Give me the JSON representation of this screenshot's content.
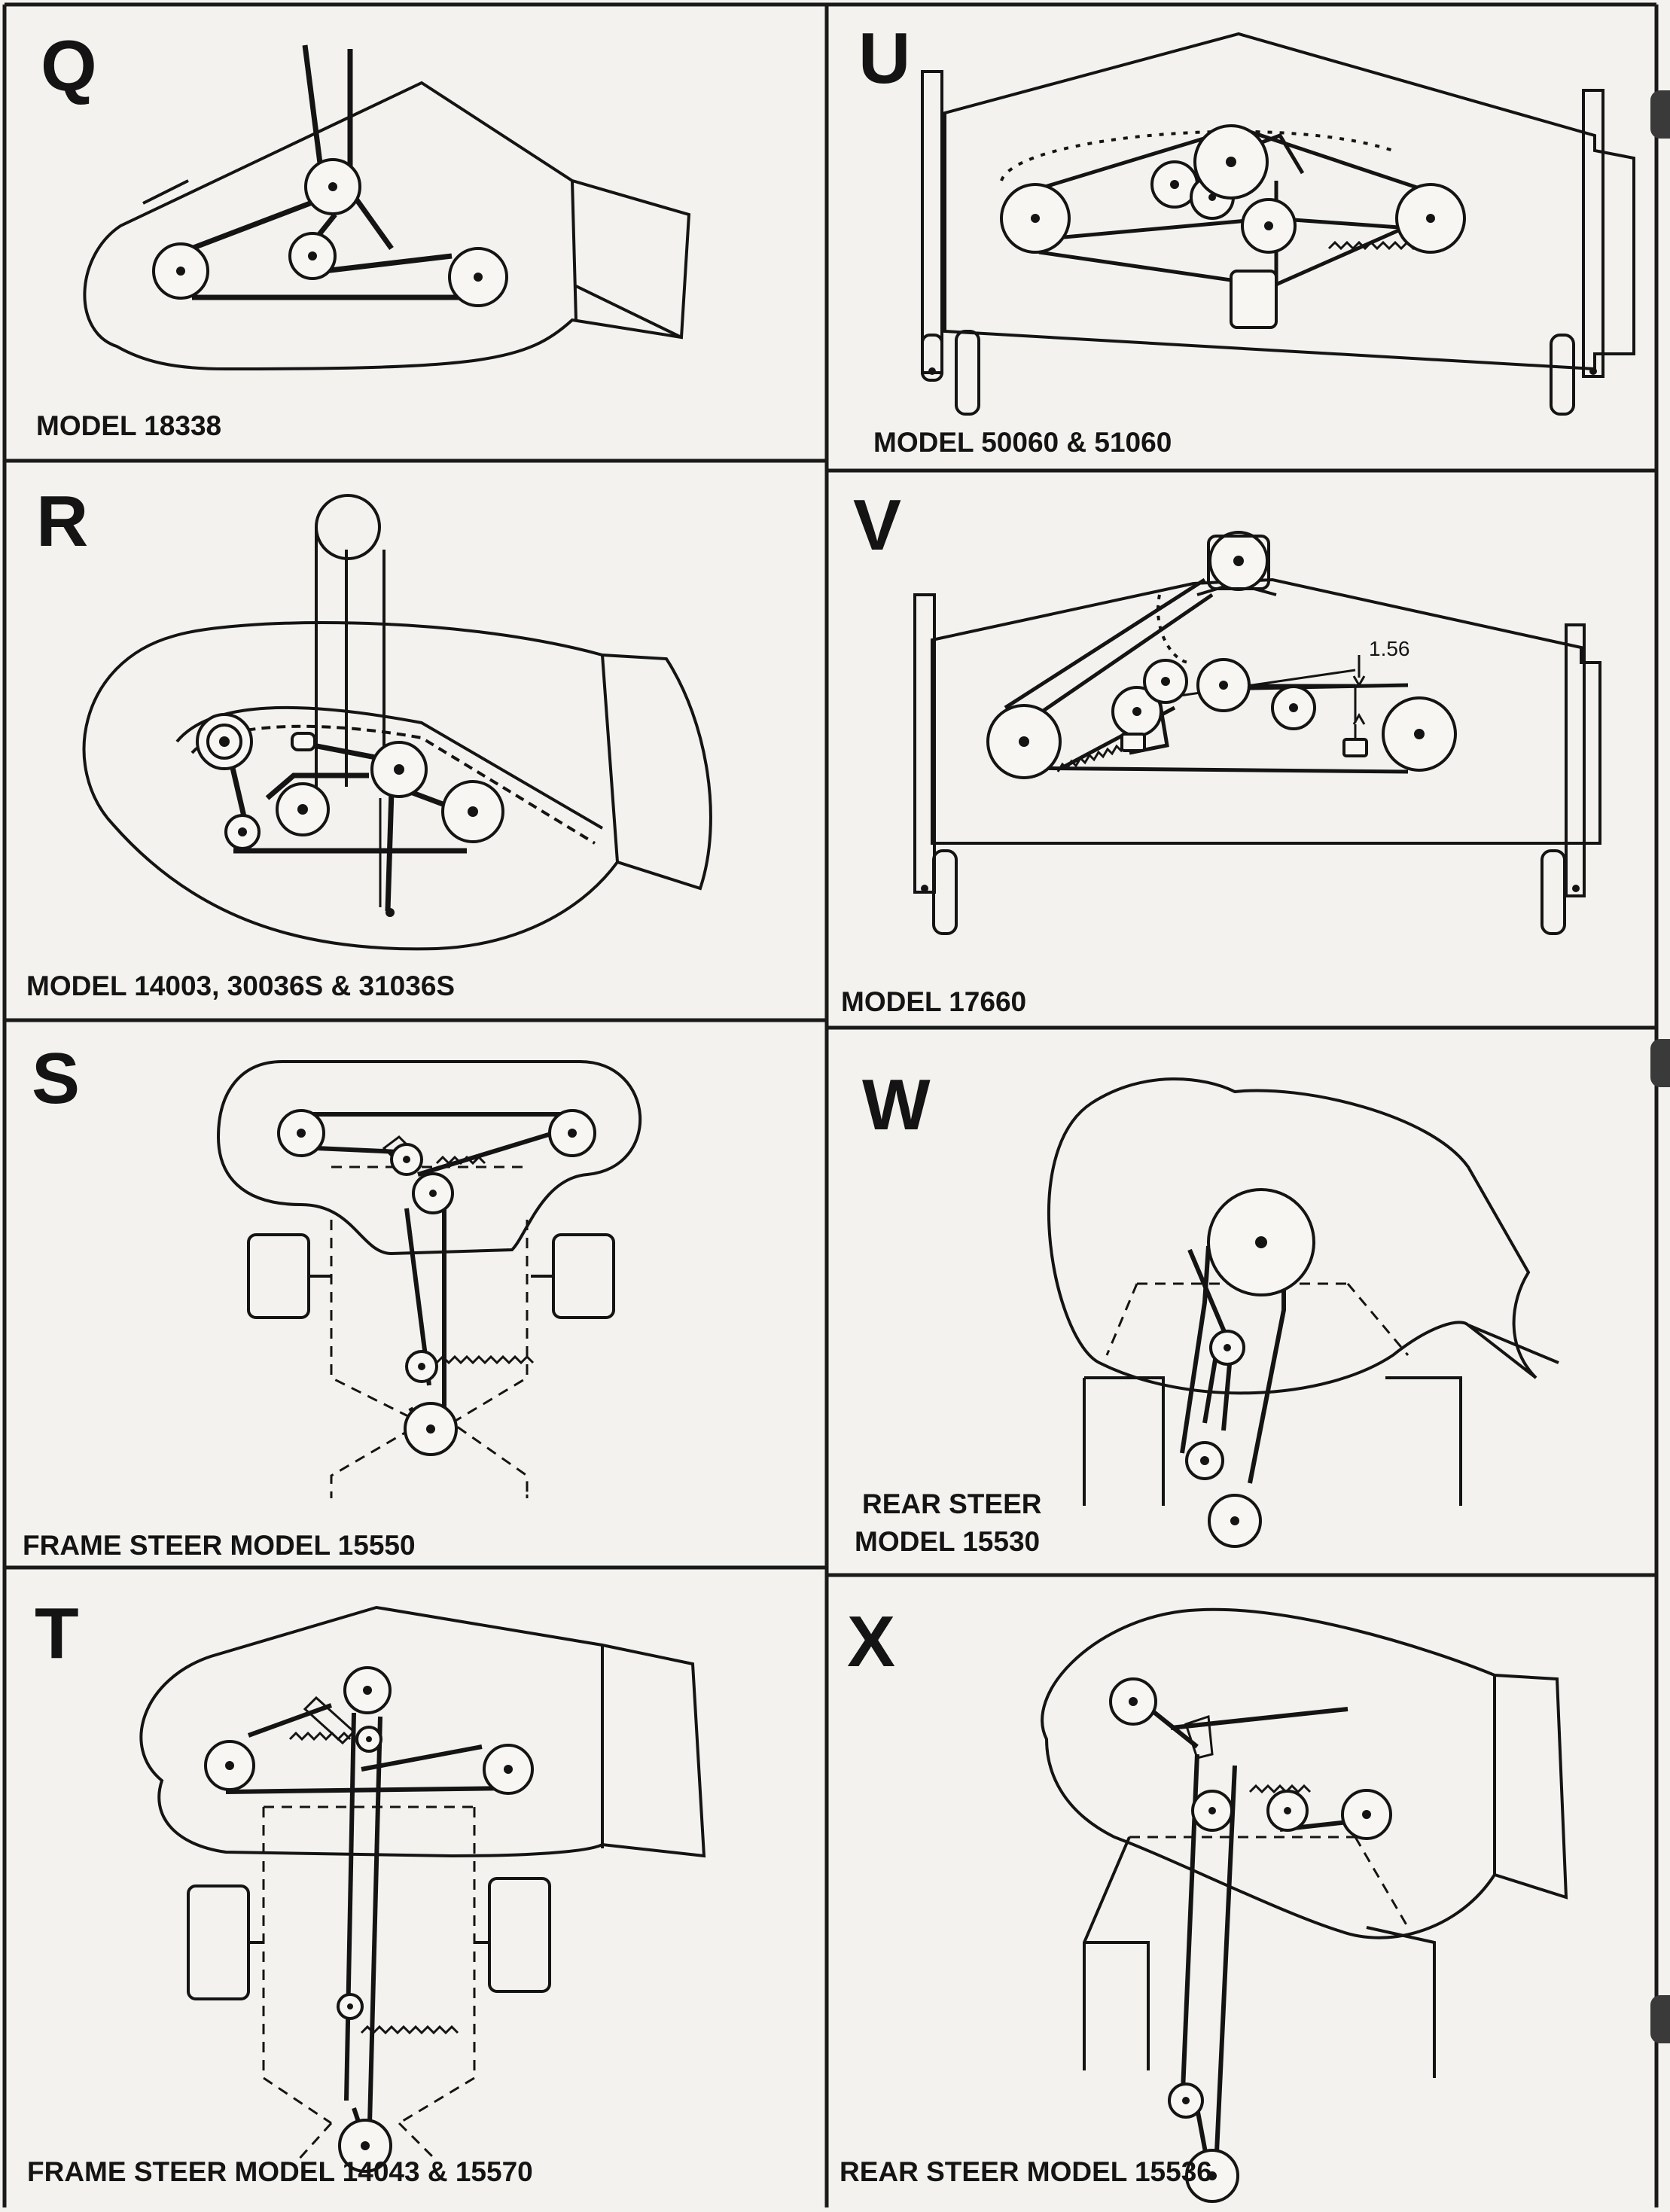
{
  "panels": {
    "Q": {
      "letter": "Q",
      "caption": "MODEL 18338"
    },
    "U": {
      "letter": "U",
      "caption": "MODEL 50060 & 51060"
    },
    "R": {
      "letter": "R",
      "caption": "MODEL 14003, 30036S & 31036S"
    },
    "V": {
      "letter": "V",
      "caption": "MODEL 17660",
      "dimension": "1.56"
    },
    "S": {
      "letter": "S",
      "caption": "FRAME STEER MODEL 15550"
    },
    "W": {
      "letter": "W",
      "caption_line1": "REAR STEER",
      "caption_line2": "MODEL 15530"
    },
    "T": {
      "letter": "T",
      "caption": "FRAME STEER MODEL 14043 & 15570"
    },
    "X": {
      "letter": "X",
      "caption": "REAR STEER MODEL 15536"
    }
  },
  "colors": {
    "ink": "#141414",
    "paper": "#f3f2ee",
    "grid": "#1a1a1a"
  }
}
